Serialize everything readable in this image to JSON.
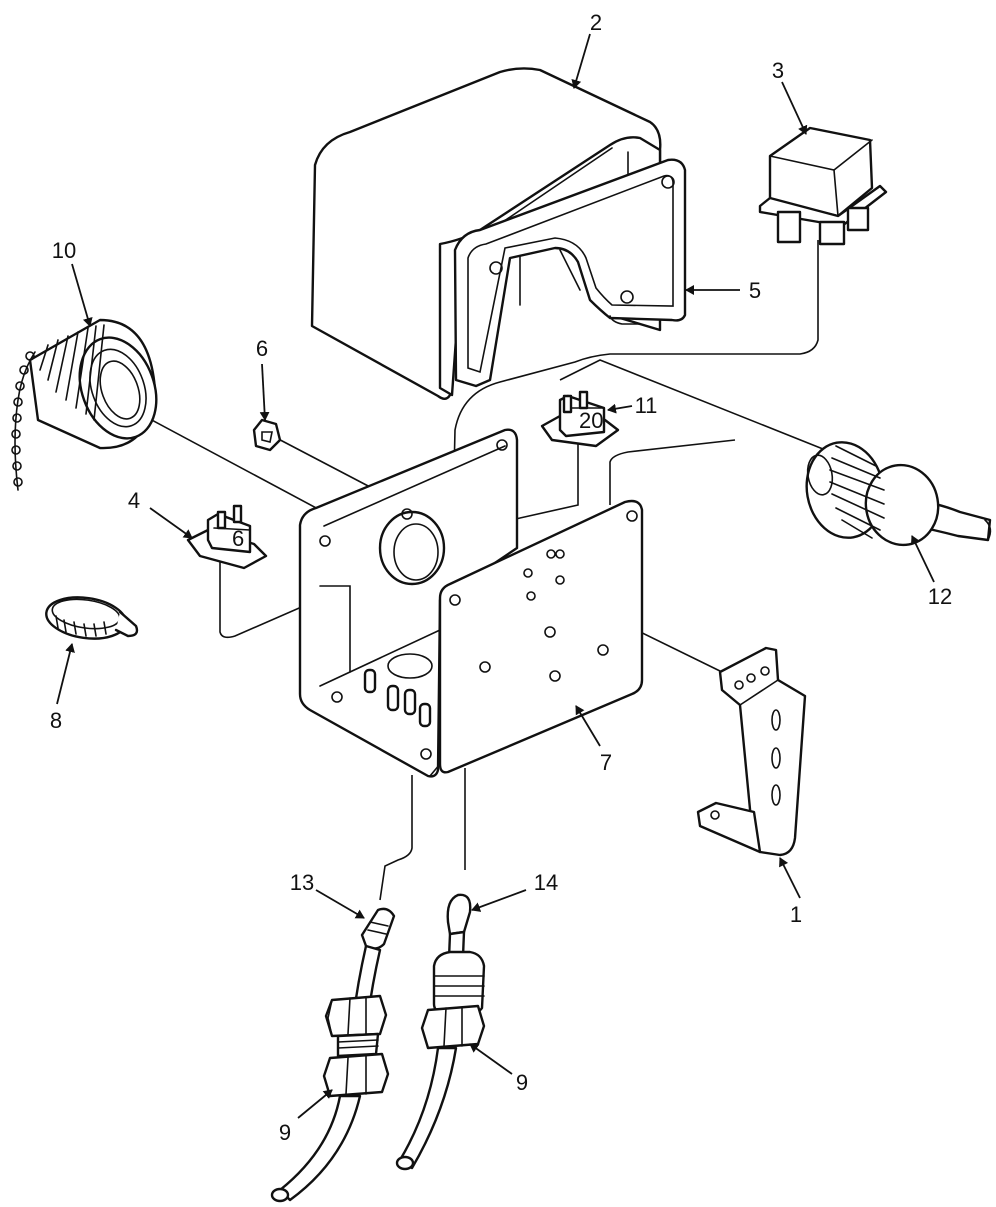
{
  "callouts": [
    {
      "id": "1",
      "label": "1"
    },
    {
      "id": "2",
      "label": "2"
    },
    {
      "id": "3",
      "label": "3"
    },
    {
      "id": "4",
      "label": "4"
    },
    {
      "id": "5",
      "label": "5"
    },
    {
      "id": "6",
      "label": "6"
    },
    {
      "id": "7",
      "label": "7"
    },
    {
      "id": "8",
      "label": "8"
    },
    {
      "id": "9a",
      "label": "9"
    },
    {
      "id": "9b",
      "label": "9"
    },
    {
      "id": "10",
      "label": "10"
    },
    {
      "id": "11",
      "label": "11"
    },
    {
      "id": "12",
      "label": "12"
    },
    {
      "id": "13",
      "label": "13"
    },
    {
      "id": "14",
      "label": "14"
    }
  ],
  "terminal_marks": {
    "left_block": "6",
    "right_block": "20"
  },
  "colors": {
    "line": "#111111",
    "background": "#ffffff"
  }
}
